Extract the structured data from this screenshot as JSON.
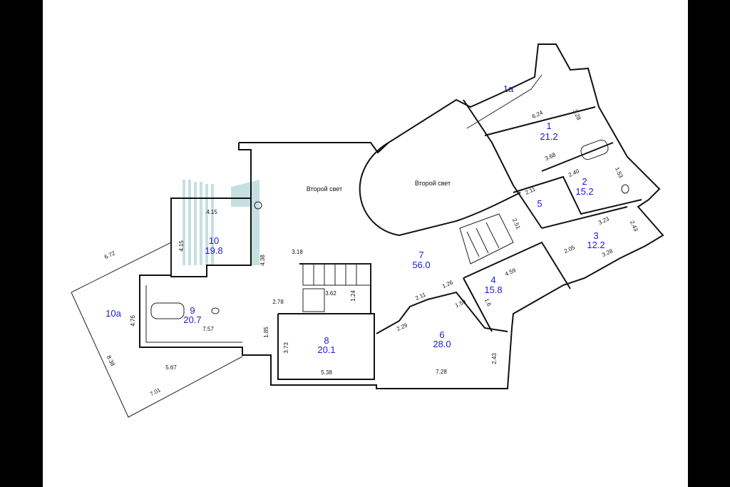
{
  "plan": {
    "notes": {
      "double_height_left": "Второй свет",
      "double_height_right": "Второй свет"
    },
    "rooms": [
      {
        "id": "1a",
        "label": "1а",
        "area": ""
      },
      {
        "id": "1",
        "label": "1",
        "area": "21.2"
      },
      {
        "id": "2",
        "label": "2",
        "area": "15.2"
      },
      {
        "id": "3",
        "label": "3",
        "area": "12.2"
      },
      {
        "id": "4",
        "label": "4",
        "area": "15.8"
      },
      {
        "id": "5",
        "label": "5",
        "area": ""
      },
      {
        "id": "6",
        "label": "6",
        "area": "28.0"
      },
      {
        "id": "7",
        "label": "7",
        "area": "56.0"
      },
      {
        "id": "8",
        "label": "8",
        "area": "20.1"
      },
      {
        "id": "9",
        "label": "9",
        "area": "20.7"
      },
      {
        "id": "10",
        "label": "10",
        "area": "19.8"
      },
      {
        "id": "10a",
        "label": "10а",
        "area": ""
      }
    ],
    "dimensions": [
      "6.72",
      "4.15",
      "4.15",
      "4.38",
      "3.18",
      "2.78",
      "3.62",
      "1.24",
      "4.76",
      "7.57",
      "1.85",
      "3.73",
      "5.38",
      "5.67",
      "8.38",
      "7.01",
      "7.28",
      "2.43",
      "2.29",
      "2.11",
      "1.26",
      "1.59",
      "1.6",
      "4.59",
      "2.05",
      "3.23",
      "2.43",
      "3.28",
      "2.51",
      "2.11",
      "2.40",
      "3.68",
      "1.53",
      "6.24",
      "3.28"
    ],
    "colors": {
      "room_label": "#1a1ad8",
      "wall": "#111111",
      "highlight": "#b9d9d9"
    }
  }
}
